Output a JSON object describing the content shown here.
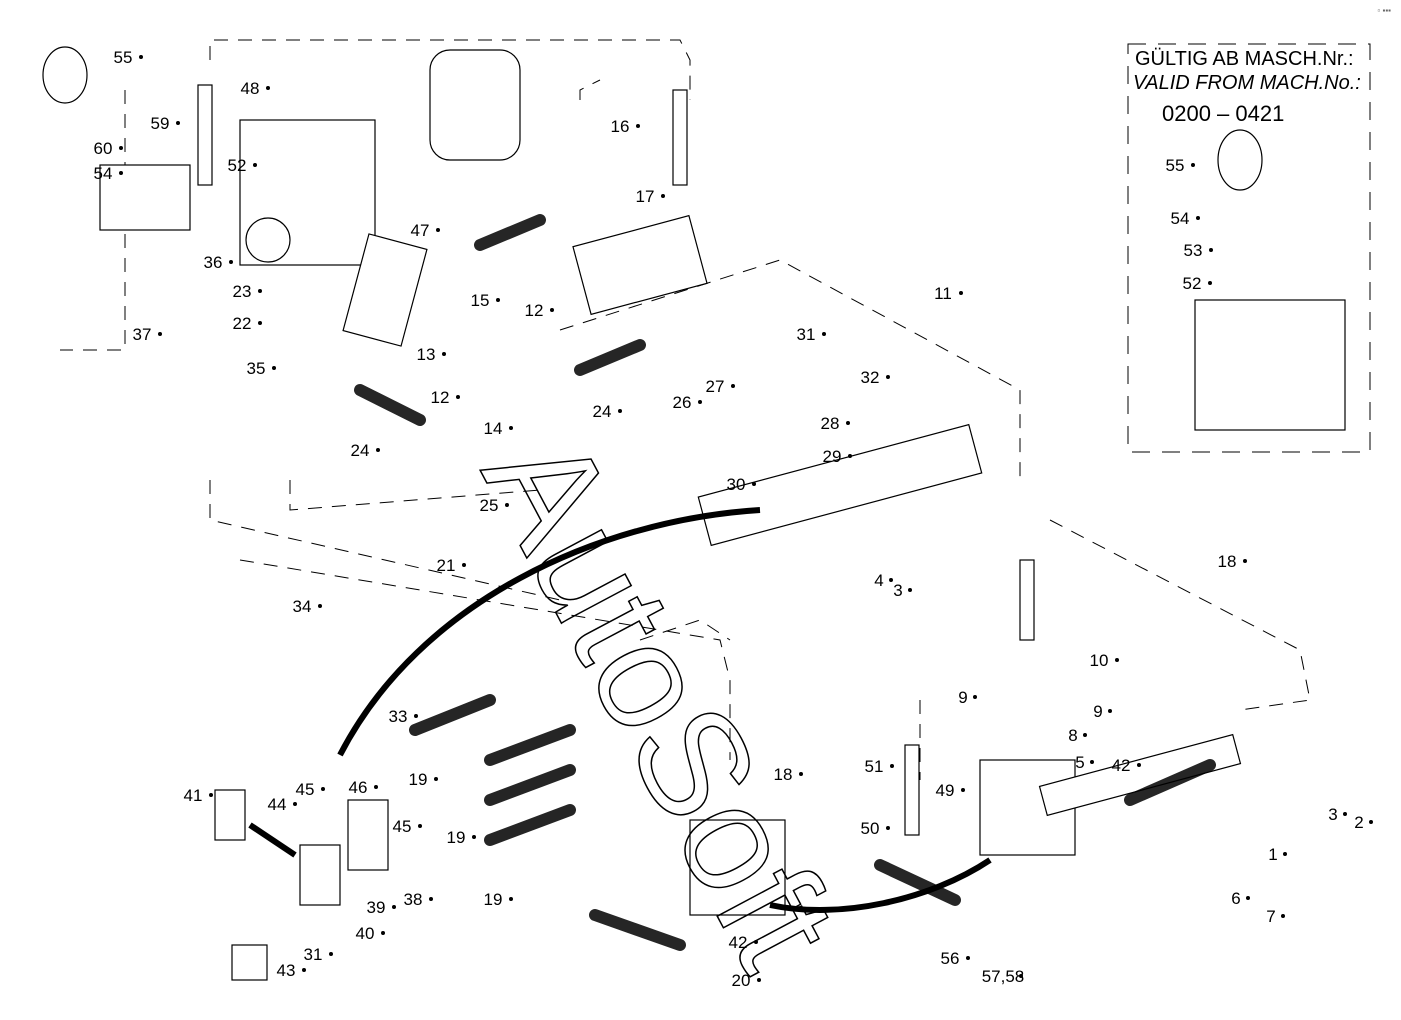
{
  "corner_marker": "▫ ▪▪▪",
  "valid_box": {
    "line1": "GÜLTIG AB MASCH.Nr.:",
    "line2": "VALID FROM MACH.No.:",
    "serial_range": "0200 – 0421",
    "part_labels": [
      "55",
      "54",
      "53",
      "52"
    ]
  },
  "part_labels": [
    "55",
    "59",
    "60",
    "54",
    "48",
    "52",
    "36",
    "37",
    "23",
    "22",
    "35",
    "24",
    "47",
    "15",
    "13",
    "12",
    "12",
    "14",
    "16",
    "17",
    "11",
    "31",
    "32",
    "27",
    "26",
    "28",
    "24",
    "29",
    "30",
    "25",
    "21",
    "34",
    "4",
    "3",
    "18",
    "10",
    "9",
    "9",
    "8",
    "5",
    "42",
    "3",
    "2",
    "1",
    "6",
    "7",
    "51",
    "49",
    "50",
    "56",
    "57,58",
    "18",
    "42",
    "20",
    "33",
    "19",
    "19",
    "19",
    "46",
    "45",
    "44",
    "41",
    "45",
    "38",
    "39",
    "40",
    "31",
    "43"
  ],
  "watermark": "AutoSoft"
}
